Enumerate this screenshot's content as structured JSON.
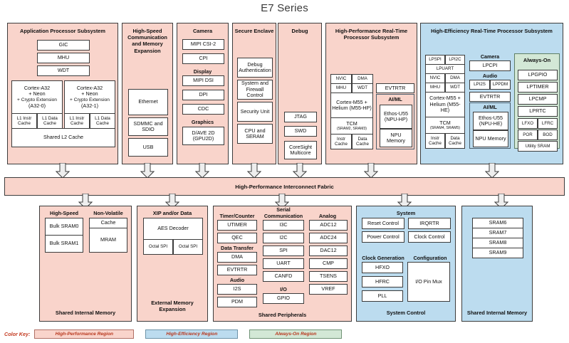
{
  "title": "E7 Series",
  "colors": {
    "high_performance": "#f9d4cb",
    "high_efficiency": "#bcdcef",
    "always_on": "#d3e8d6",
    "box_fill": "#ffffff",
    "stroke": "#3c3c3c",
    "key_text": "#b8371d"
  },
  "fabric": {
    "label": "High-Performance Interconnect Fabric"
  },
  "top_row": {
    "app_processor": {
      "header": "Application Processor Subsystem",
      "top_boxes": [
        "GIC",
        "MHU",
        "WDT"
      ],
      "cores": [
        {
          "name": "Cortex-A32",
          "line2": "+ Neon",
          "line3": "+ Crypto Extension",
          "line4": "(A32-0)",
          "caches": [
            "L1 Instr Cache",
            "L1 Data Cache"
          ]
        },
        {
          "name": "Cortex-A32",
          "line2": "+ Neon",
          "line3": "+ Crypto Extension",
          "line4": "(A32-1)",
          "caches": [
            "L1 Instr Cache",
            "L1 Data Cache"
          ]
        }
      ],
      "shared_cache": "Shared L2 Cache"
    },
    "high_speed_comm": {
      "header": "High-Speed Communication and Memory Expansion",
      "boxes": [
        "Ethernet",
        "SDMMC and SDIO",
        "USB"
      ]
    },
    "camera_display_graphics": {
      "header": "Camera",
      "camera_boxes": [
        "MIPI CSI-2",
        "CPI"
      ],
      "display_label": "Display",
      "display_boxes": [
        "MIPI DSI",
        "DPI",
        "CDC"
      ],
      "graphics_label": "Graphics",
      "graphics_boxes": [
        "D/AVE 2D (GPU2D)"
      ]
    },
    "secure_enclave": {
      "header": "Secure Enclave",
      "boxes": [
        "Debug Authentication",
        "System and Firewall Control",
        "Security Unit",
        "CPU and SERAM"
      ]
    },
    "debug": {
      "header": "Debug",
      "boxes": [
        "JTAG",
        "SWD",
        "CoreSight Multicore"
      ]
    },
    "hp_realtime": {
      "header": "High-Performance Real-Time Processor Subsystem",
      "left_pairs": [
        [
          "NVIC",
          "DMA"
        ],
        [
          "MHU",
          "WDT"
        ]
      ],
      "core": "Cortex-M55 + Helium (M55-HP)",
      "tcm_title": "TCM",
      "tcm_sub": "(SRAM2, SRAM3)",
      "core_caches": [
        "Instr Cache",
        "Data Cache"
      ],
      "evtrtr": "EVTRTR",
      "aiml_label": "AI/ML",
      "npu": "Ethos-U55 (NPU-HP)",
      "npu_memory": "NPU Memory"
    },
    "he_realtime": {
      "header": "High-Efficiency Real-Time Processor Subsystem",
      "lp_pairs": [
        [
          "LPSPI",
          "LPI2C"
        ]
      ],
      "lpuart": "LPUART",
      "pairs": [
        [
          "NVIC",
          "DMA"
        ],
        [
          "MHU",
          "WDT"
        ]
      ],
      "core": "Cortex-M55 + Helium (M55-HE)",
      "tcm_title": "TCM",
      "tcm_sub": "(SRAM4, SRAM5)",
      "core_caches": [
        "Instr Cache",
        "Data Cache"
      ],
      "camera_label": "Camera",
      "camera_box": "LPCPI",
      "audio_label": "Audio",
      "audio_boxes": [
        "LPI2S",
        "LPPDM"
      ],
      "evtrtr": "EVTRTR",
      "aiml_label": "AI/ML",
      "npu": "Ethos-U55 (NPU-HE)",
      "npu_memory": "NPU Memory",
      "always_on": {
        "header": "Always-On",
        "full_boxes": [
          "LPGPIO",
          "LPTIMER",
          "LPCMP",
          "LPRTC"
        ],
        "pairs": [
          [
            "LFXO",
            "LFRC"
          ],
          [
            "POR",
            "BOD"
          ]
        ],
        "last_box": "Utility SRAM"
      }
    }
  },
  "bottom_row": {
    "shared_internal_memory_left": {
      "footer": "Shared Internal Memory",
      "high_speed_label": "High-Speed",
      "high_speed_boxes": [
        "Bulk SRAM0",
        "Bulk SRAM1"
      ],
      "nonvolatile_label": "Non-Volatile",
      "nonvolatile_boxes": [
        "Cache",
        "MRAM"
      ]
    },
    "external_memory": {
      "footer": "External Memory Expansion",
      "header": "XIP and/or Data",
      "aes": "AES Decoder",
      "spi_boxes": [
        "Octal SPI",
        "Octal SPI"
      ]
    },
    "shared_peripherals": {
      "footer": "Shared Peripherals",
      "col1": {
        "g1_label": "Timer/Counter",
        "g1_boxes": [
          "UTIMER",
          "QEC"
        ],
        "g2_label": "Data Transfer",
        "g2_boxes": [
          "DMA",
          "EVTRTR"
        ],
        "g3_label": "Audio",
        "g3_boxes": [
          "I2S",
          "PDM"
        ]
      },
      "col2": {
        "label_line1": "Serial",
        "label_line2": "Communication",
        "boxes": [
          "I3C",
          "I2C",
          "SPI",
          "UART",
          "CANFD"
        ],
        "io_label": "I/O",
        "io_boxes": [
          "GPIO"
        ]
      },
      "col3": {
        "label": "Analog",
        "boxes": [
          "ADC12",
          "ADC24",
          "DAC12",
          "CMP",
          "TSENS",
          "VREF"
        ]
      }
    },
    "system_control": {
      "footer": "System Control",
      "system_label": "System",
      "system_boxes": [
        [
          "Reset Control",
          "IRQRTR"
        ],
        [
          "Power Control",
          "Clock Control"
        ]
      ],
      "clockgen_label": "Clock Generation",
      "clockgen_boxes": [
        "HFXO",
        "HFRC",
        "PLL"
      ],
      "config_label": "Configuration",
      "config_box": "I/O Pin Mux"
    },
    "shared_internal_memory_right": {
      "footer": "Shared Internal Memory",
      "boxes": [
        "SRAM6",
        "SRAM7",
        "SRAM8",
        "SRAM9"
      ]
    }
  },
  "color_key": {
    "label": "Color Key:",
    "items": [
      "High-Performance Region",
      "High-Efficiency Region",
      "Always-On Region"
    ]
  }
}
